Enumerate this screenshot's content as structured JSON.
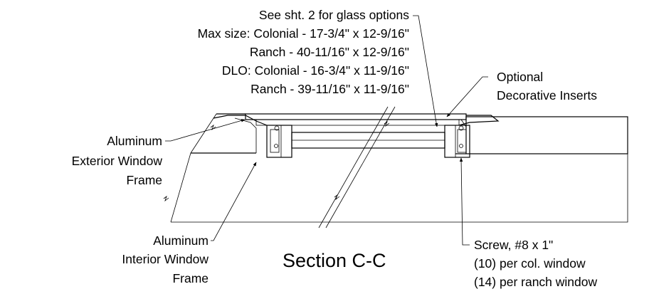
{
  "title": "Section C-C",
  "callouts": {
    "glass_options": "See sht. 2 for glass options",
    "max_size_colonial": "Max size: Colonial - 17-3/4\" x 12-9/16\"",
    "max_size_ranch": "Ranch - 40-11/16\" x 12-9/16\"",
    "dlo_colonial": "DLO: Colonial - 16-3/4\" x 11-9/16\"",
    "dlo_ranch": "Ranch - 39-11/16\" x 11-9/16\"",
    "decorative_line1": "Optional",
    "decorative_line2": "Decorative Inserts",
    "exterior_frame_line1": "Aluminum",
    "exterior_frame_line2": "Exterior Window",
    "exterior_frame_line3": "Frame",
    "interior_frame_line1": "Aluminum",
    "interior_frame_line2": "Interior Window",
    "interior_frame_line3": "Frame",
    "screw_line1": "Screw, #8 x 1\"",
    "screw_line2": "(10) per col. window",
    "screw_line3": "(14) per ranch window"
  }
}
